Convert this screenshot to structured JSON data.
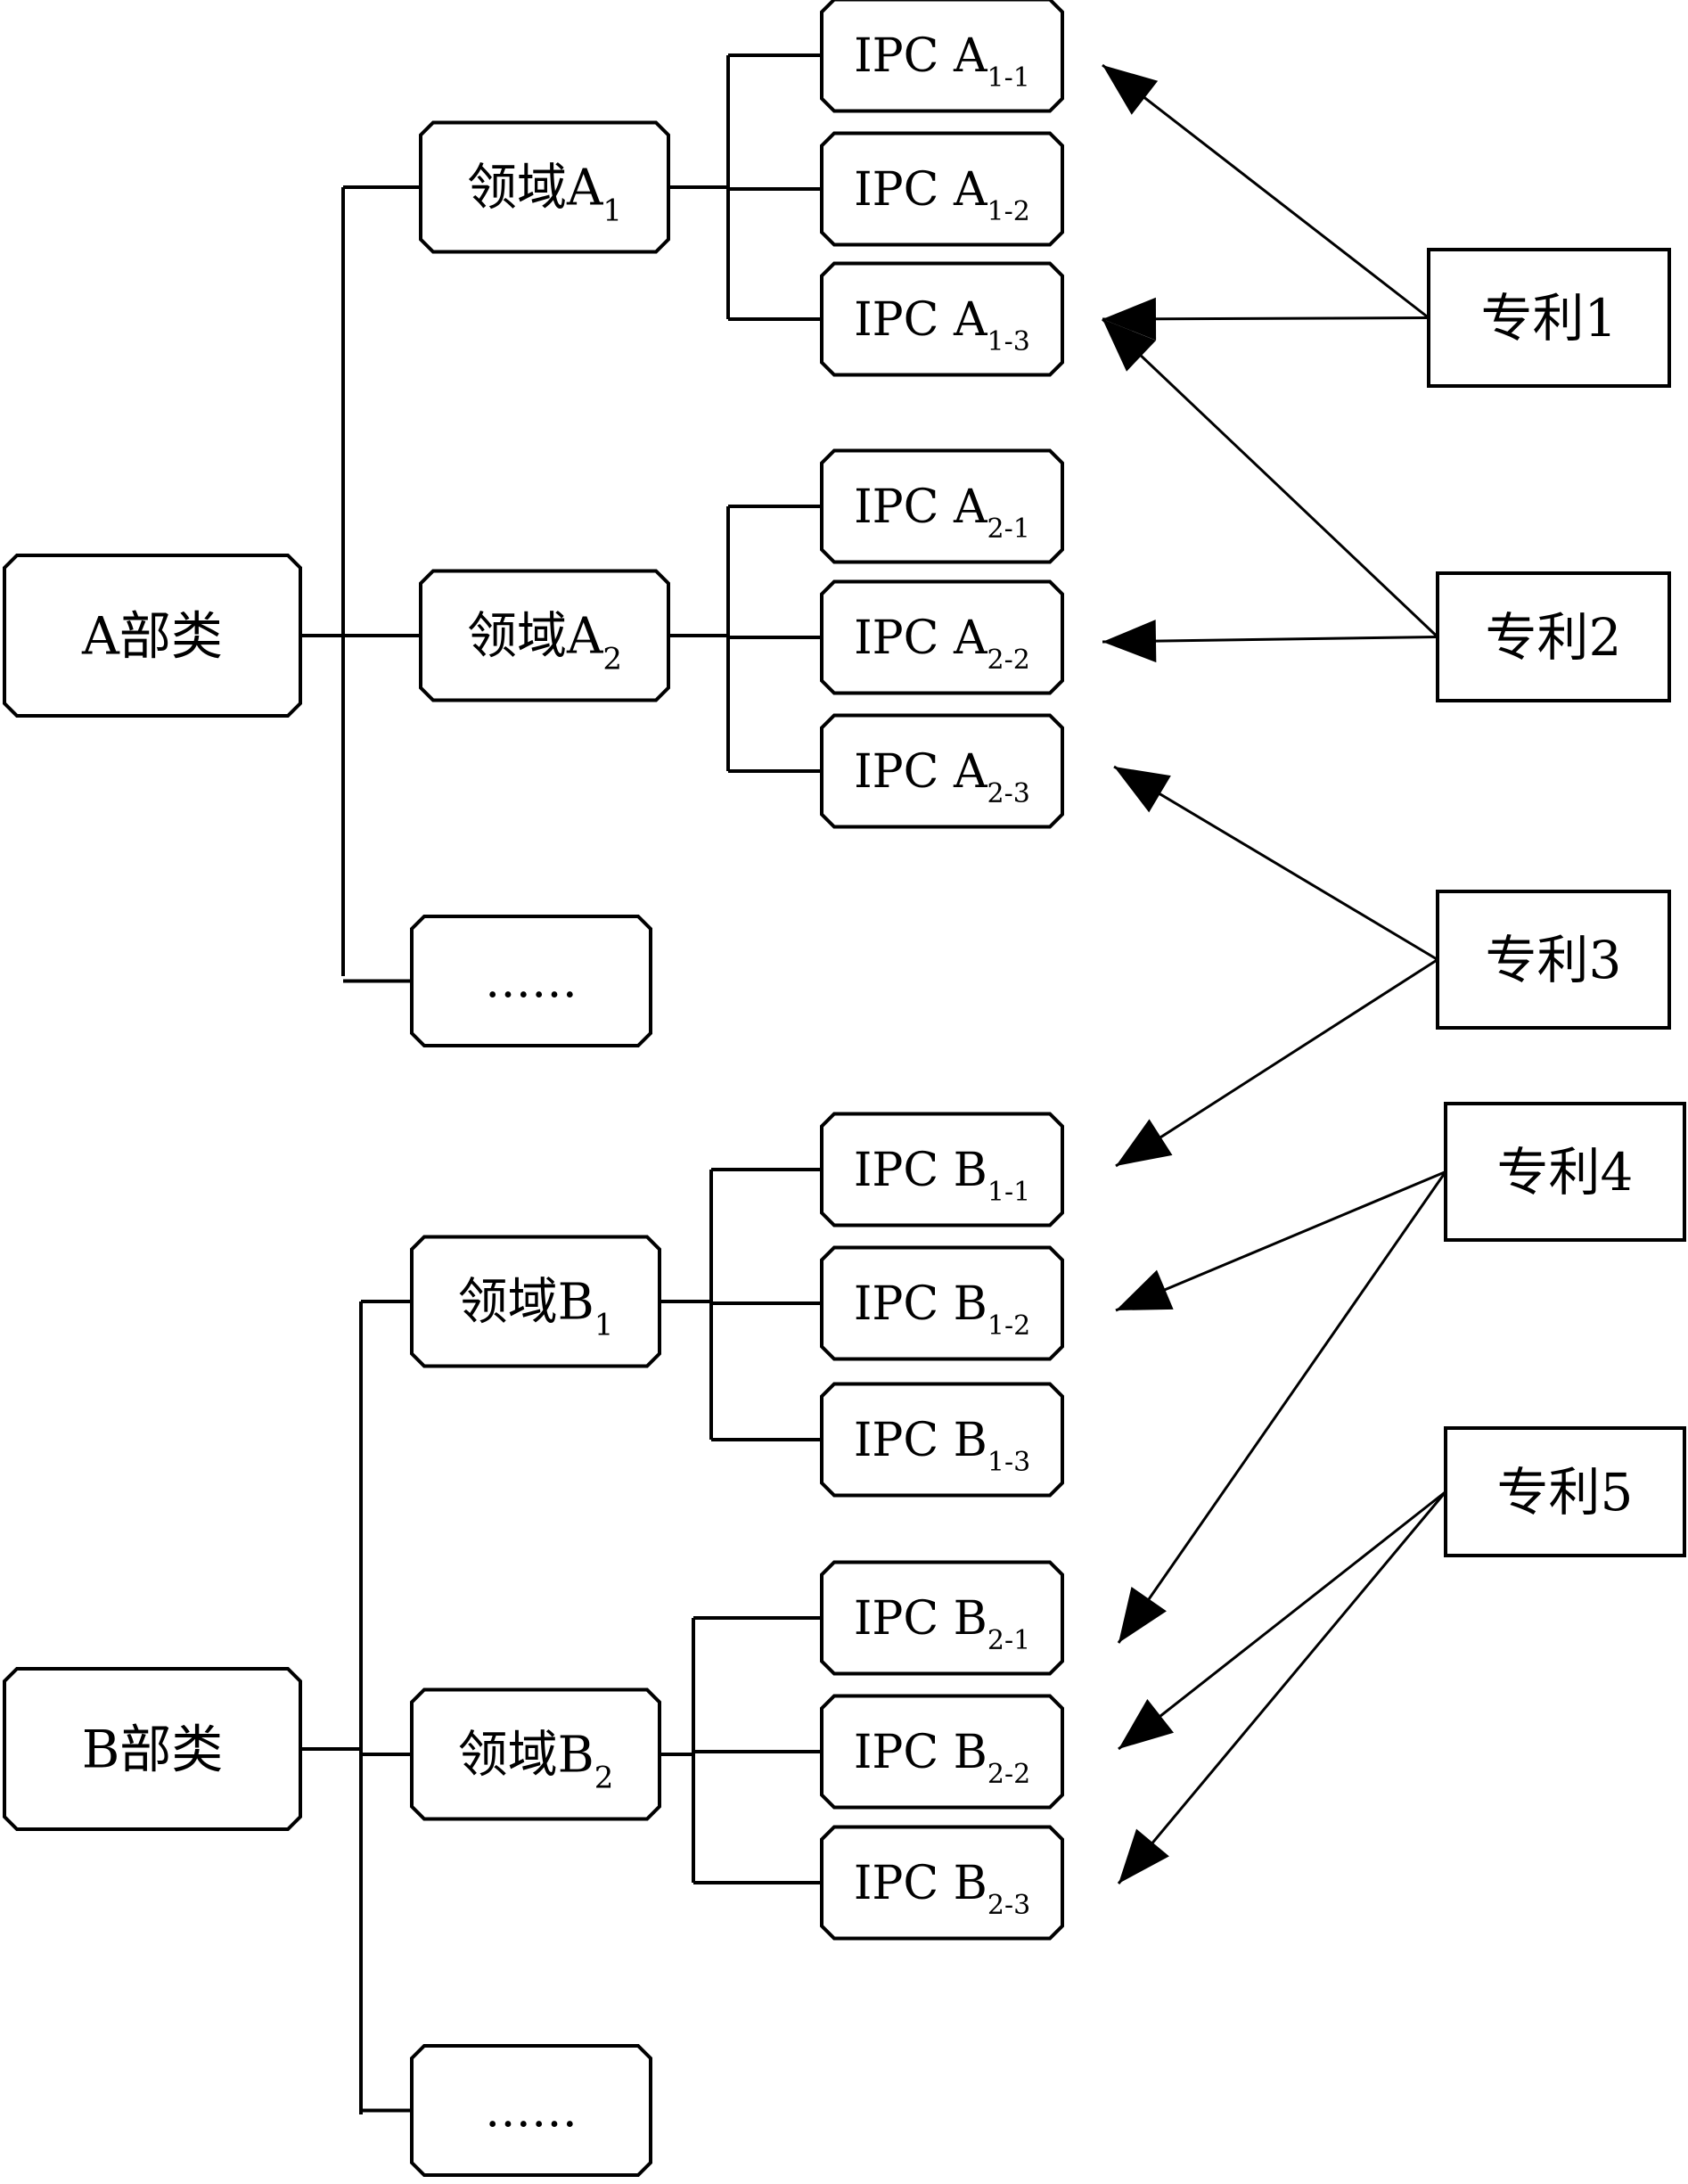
{
  "diagram": {
    "colors": {
      "stroke": "#000000",
      "background": "#ffffff"
    },
    "categories": [
      {
        "id": "A",
        "label": "A部类",
        "fields": [
          {
            "id": "A1",
            "label": "领域A",
            "sub": "1",
            "ipcs": [
              {
                "id": "A1-1",
                "prefix": "IPC  A",
                "sub": "1-1"
              },
              {
                "id": "A1-2",
                "prefix": "IPC  A",
                "sub": "1-2"
              },
              {
                "id": "A1-3",
                "prefix": "IPC  A",
                "sub": "1-3"
              }
            ]
          },
          {
            "id": "A2",
            "label": "领域A",
            "sub": "2",
            "ipcs": [
              {
                "id": "A2-1",
                "prefix": "IPC  A",
                "sub": "2-1"
              },
              {
                "id": "A2-2",
                "prefix": "IPC  A",
                "sub": "2-2"
              },
              {
                "id": "A2-3",
                "prefix": "IPC  A",
                "sub": "2-3"
              }
            ]
          }
        ],
        "more_label": "……"
      },
      {
        "id": "B",
        "label": "B部类",
        "fields": [
          {
            "id": "B1",
            "label": "领域B",
            "sub": "1",
            "ipcs": [
              {
                "id": "B1-1",
                "prefix": "IPC  B",
                "sub": "1-1"
              },
              {
                "id": "B1-2",
                "prefix": "IPC  B",
                "sub": "1-2"
              },
              {
                "id": "B1-3",
                "prefix": "IPC  B",
                "sub": "1-3"
              }
            ]
          },
          {
            "id": "B2",
            "label": "领域B",
            "sub": "2",
            "ipcs": [
              {
                "id": "B2-1",
                "prefix": "IPC  B",
                "sub": "2-1"
              },
              {
                "id": "B2-2",
                "prefix": "IPC  B",
                "sub": "2-2"
              },
              {
                "id": "B2-3",
                "prefix": "IPC  B",
                "sub": "2-3"
              }
            ]
          }
        ],
        "more_label": "……"
      }
    ],
    "patents": [
      {
        "id": "P1",
        "label": "专利1",
        "targets": [
          "A1-1",
          "A1-3"
        ]
      },
      {
        "id": "P2",
        "label": "专利2",
        "targets": [
          "A1-3",
          "A2-2"
        ]
      },
      {
        "id": "P3",
        "label": "专利3",
        "targets": [
          "A2-3",
          "B1-1"
        ]
      },
      {
        "id": "P4",
        "label": "专利4",
        "targets": [
          "B1-2",
          "B2-1"
        ]
      },
      {
        "id": "P5",
        "label": "专利5",
        "targets": [
          "B2-2",
          "B2-3"
        ]
      }
    ]
  }
}
